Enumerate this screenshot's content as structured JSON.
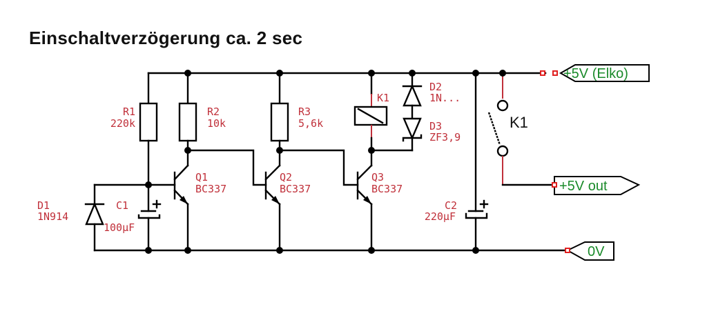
{
  "title": "Einschaltverzögerung ca. 2 sec",
  "colors": {
    "wire": "#000000",
    "label": "#c0303a",
    "port_text": "#1a8a2a",
    "port_pin": "#e02020"
  },
  "components": {
    "R1": {
      "ref": "R1",
      "value": "220k"
    },
    "R2": {
      "ref": "R2",
      "value": "10k"
    },
    "R3": {
      "ref": "R3",
      "value": "5,6k"
    },
    "C1": {
      "ref": "C1",
      "value": "100µF"
    },
    "C2": {
      "ref": "C2",
      "value": "220µF"
    },
    "D1": {
      "ref": "D1",
      "value": "1N914"
    },
    "D2": {
      "ref": "D2",
      "value": "1N..."
    },
    "D3": {
      "ref": "D3",
      "value": "ZF3,9"
    },
    "Q1": {
      "ref": "Q1",
      "value": "BC337"
    },
    "Q2": {
      "ref": "Q2",
      "value": "BC337"
    },
    "Q3": {
      "ref": "Q3",
      "value": "BC337"
    },
    "K1_coil": {
      "ref": "K1"
    },
    "K1_contact": {
      "ref": "K1"
    }
  },
  "ports": {
    "vin": "+5V (Elko)",
    "vout": "+5V out",
    "gnd": "0V"
  }
}
